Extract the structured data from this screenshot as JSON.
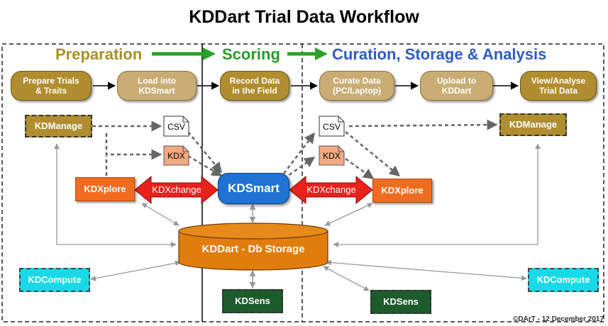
{
  "title": "KDDart Trial Data Workflow",
  "phases": {
    "preparation": "Preparation",
    "scoring": "Scoring",
    "curation": "Curation, Storage & Analysis"
  },
  "steps": {
    "prepare": "Prepare Trials\n& Traits",
    "load": "Load into\nKDSmart",
    "record": "Record Data\nin the Field",
    "curate": "Curate Data\n(PC/Laptop)",
    "upload": "Upload to\nKDDart",
    "view": "View/Analyse\nTrial Data"
  },
  "nodes": {
    "kdmanage_left": "KDManage",
    "kdmanage_right": "KDManage",
    "kdxplore_left": "KDXplore",
    "kdxplore_right": "KDXplore",
    "kdsmart": "KDSmart",
    "db": "KDDart - Db Storage",
    "kdcompute_left": "KDCompute",
    "kdcompute_right": "KDCompute",
    "kdsens_center": "KDSens",
    "kdsens_right": "KDSens"
  },
  "files": {
    "csv_left": "CSV",
    "kdx_left": "KDX",
    "csv_right": "CSV",
    "kdx_right": "KDX"
  },
  "exchange": {
    "left": "KDXchange",
    "right": "KDXchange"
  },
  "footer": "©DArT - 12 December 2017",
  "colors": {
    "preparation": "#a89028",
    "scoring": "#2a9a2a",
    "curation": "#2f5bc4",
    "phase_arrow": "#2aa22a",
    "exchange": "#e8211d"
  }
}
